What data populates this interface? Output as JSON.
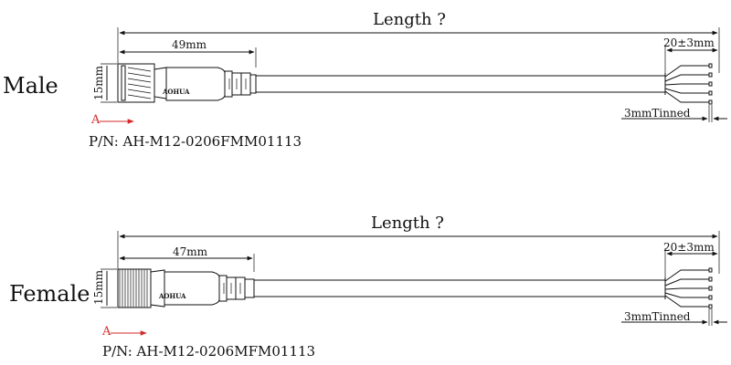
{
  "diagrams": [
    {
      "variant_label": "Male",
      "length_label": "Length ?",
      "connector_length_label": "49mm",
      "diameter_label": "15mm",
      "strip_label": "20±3mm",
      "tinned_label": "3mmTinned",
      "view_marker": "A",
      "part_number": "P/N: AH-M12-0206FMM01113",
      "logo_text": "AOHUA"
    },
    {
      "variant_label": "Female",
      "length_label": "Length ?",
      "connector_length_label": "47mm",
      "diameter_label": "15mm",
      "strip_label": "20±3mm",
      "tinned_label": "3mmTinned",
      "view_marker": "A",
      "part_number": "P/N: AH-M12-0206MFM01113",
      "logo_text": "AOHUA"
    }
  ]
}
